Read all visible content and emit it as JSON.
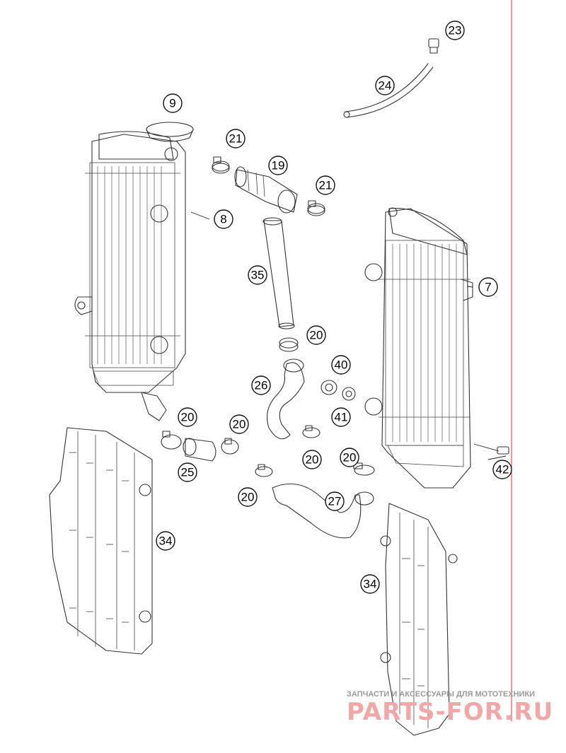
{
  "callouts": {
    "c9": "9",
    "c8": "8",
    "c21a": "21",
    "c19": "19",
    "c21b": "21",
    "c23": "23",
    "c24": "24",
    "c7": "7",
    "c35": "35",
    "c20a": "20",
    "c40": "40",
    "c26": "26",
    "c41": "41",
    "c20b": "20",
    "c20c": "20",
    "c25": "25",
    "c20d": "20",
    "c20e": "20",
    "c42": "42",
    "c20f": "20",
    "c27": "27",
    "c34a": "34",
    "c34b": "34"
  },
  "watermark": {
    "tagline": "ЗАПЧАСТИ И АКСЕССУАРЫ ДЛЯ МОТОТЕХНИКИ",
    "site": "PARTS-FOR.RU"
  },
  "colors": {
    "margin_line": "#dd3333",
    "watermark_text": "#f2a7a7",
    "outline": "#333333"
  }
}
